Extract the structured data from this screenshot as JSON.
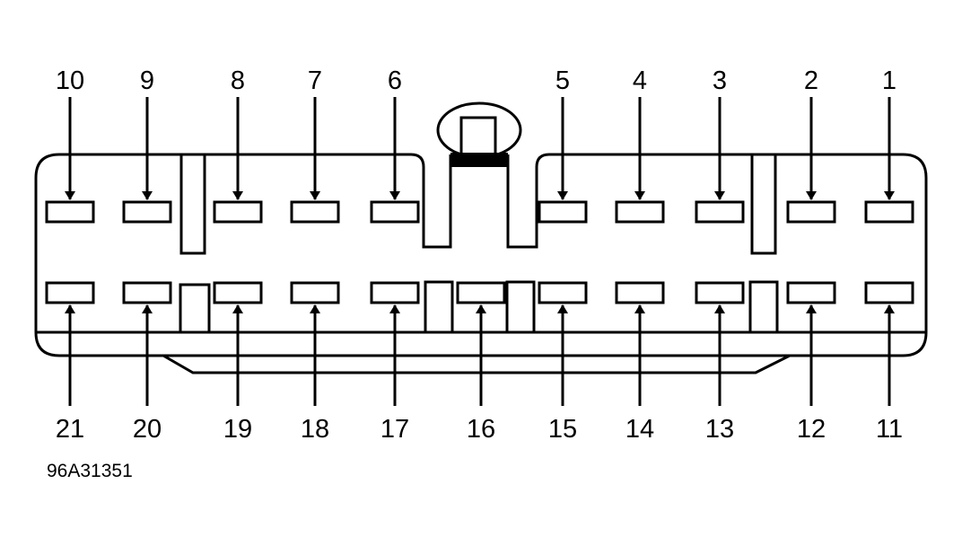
{
  "diagram": {
    "figure_code": "96A31351",
    "top_pins": [
      "10",
      "9",
      "8",
      "7",
      "6",
      "5",
      "4",
      "3",
      "2",
      "1"
    ],
    "bottom_pins": [
      "21",
      "20",
      "19",
      "18",
      "17",
      "16",
      "15",
      "14",
      "13",
      "12",
      "11"
    ]
  }
}
